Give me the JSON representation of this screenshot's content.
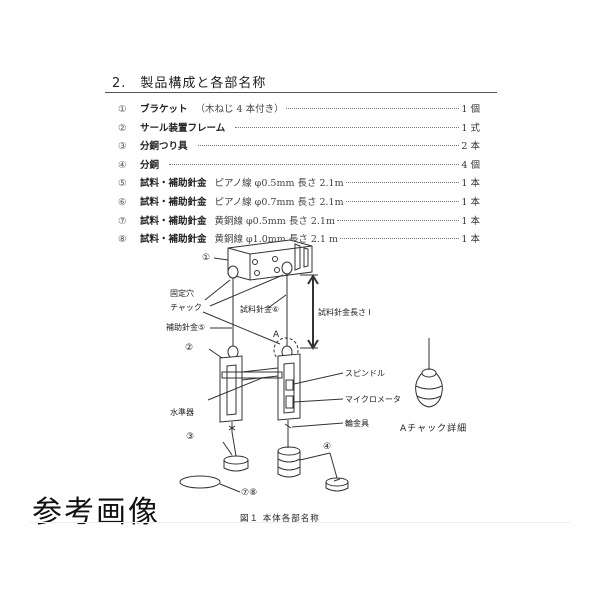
{
  "section": {
    "number": "2.",
    "title": "製品構成と各部名称"
  },
  "parts_list": [
    {
      "index": "①",
      "name": "ブラケット",
      "spec": "（木ねじ 4 本付き）",
      "qty": "1 個"
    },
    {
      "index": "②",
      "name": "サール装置フレーム",
      "spec": "",
      "qty": "1 式"
    },
    {
      "index": "③",
      "name": "分銅つり具",
      "spec": "",
      "qty": "2 本"
    },
    {
      "index": "④",
      "name": "分銅",
      "spec": "",
      "qty": "4 個"
    },
    {
      "index": "⑤",
      "name": "試料・補助針金",
      "spec": "ピアノ線 φ0.5mm 長さ 2.1m",
      "qty": "1 本"
    },
    {
      "index": "⑥",
      "name": "試料・補助針金",
      "spec": "ピアノ線 φ0.7mm 長さ 2.1m",
      "qty": "1 本"
    },
    {
      "index": "⑦",
      "name": "試料・補助針金",
      "spec": "黄銅線 φ0.5mm 長さ 2.1m",
      "qty": "1 本"
    },
    {
      "index": "⑧",
      "name": "試料・補助針金",
      "spec": "黄銅線 φ1.0mm 長さ 2.1 m",
      "qty": "1 本"
    }
  ],
  "figure": {
    "labels": {
      "bracket": "①",
      "fixing_hole": "固定穴",
      "chuck": "チャック",
      "sample_wire": "試料針金⑥",
      "aux_wire": "補助針金⑤",
      "wire_length": "試料針金長さ l",
      "point_a": "A",
      "frame": "②",
      "spindle": "スピンドル",
      "micrometer": "マイクロメータ",
      "level": "水準器",
      "ring_fitting": "輪金具",
      "hanger": "③",
      "weight": "④",
      "wires": "⑦⑧",
      "chuck_detail": "Aチャック詳細"
    },
    "caption": "図１ 本体各部名称"
  },
  "watermark": "参考画像"
}
